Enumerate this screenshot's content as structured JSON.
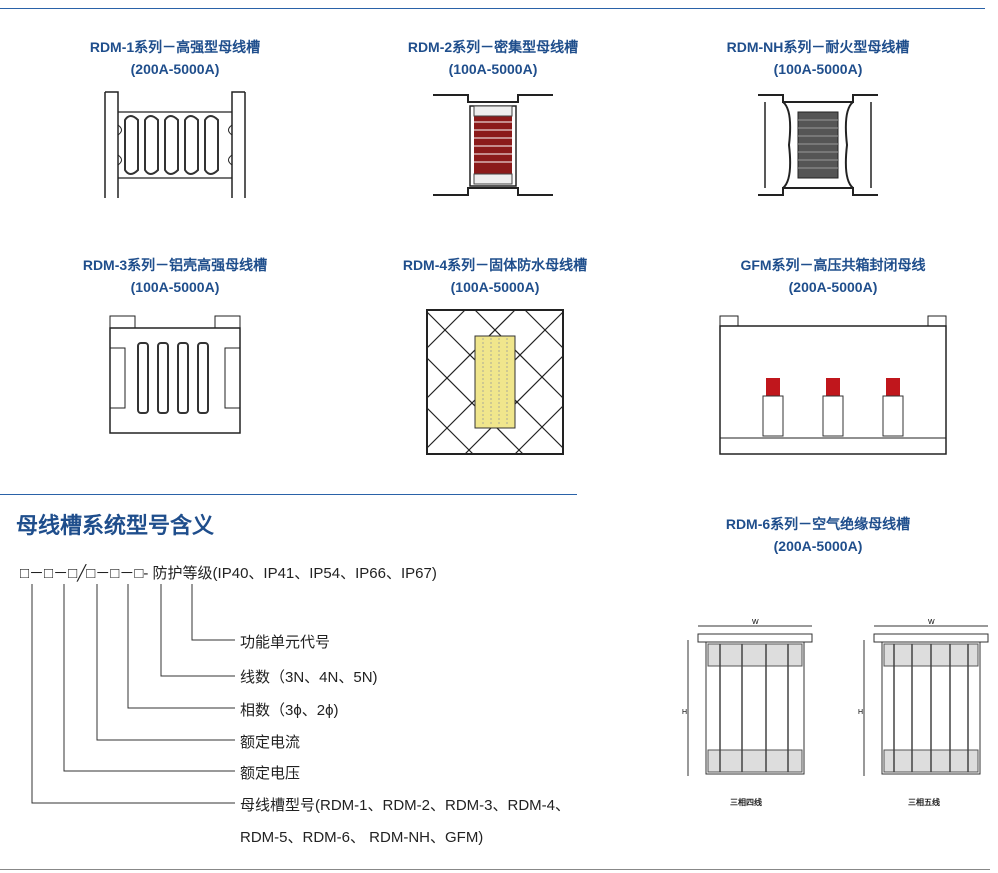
{
  "products": [
    {
      "title": "RDM-1系列－高强型母线槽",
      "range": "(200A-5000A)"
    },
    {
      "title": "RDM-2系列－密集型母线槽",
      "range": "(100A-5000A)"
    },
    {
      "title": "RDM-NH系列－耐火型母线槽",
      "range": "(100A-5000A)"
    },
    {
      "title": "RDM-3系列－铝壳高强母线槽",
      "range": "(100A-5000A)"
    },
    {
      "title": "RDM-4系列－固体防水母线槽",
      "range": "(100A-5000A)"
    },
    {
      "title": "GFM系列－高压共箱封闭母线",
      "range": "(200A-5000A)"
    },
    {
      "title": "RDM-6系列－空气绝缘母线槽",
      "range": "(200A-5000A)"
    }
  ],
  "section": {
    "title": "母线槽系统型号含义",
    "code_row": "□－□－□╱□－□－□- 防护等级(IP40、IP41、IP54、IP66、IP67)",
    "labels": [
      "功能单元代号",
      "线数（3N、4N、5N)",
      "相数（3ϕ、2ϕ)",
      "额定电流",
      "额定电压",
      "母线槽型号(RDM-1、RDM-2、RDM-3、RDM-4、",
      "RDM-5、RDM-6、 RDM-NH、GFM)"
    ]
  },
  "drawings": {
    "w_label": "W",
    "h_label": "H",
    "caption_left": "三相四线",
    "caption_right": "三相五线"
  },
  "colors": {
    "accent": "#1f4e8c",
    "copper": "#8b1a1a",
    "insulator": "#e8e070",
    "red": "#c0161c"
  }
}
